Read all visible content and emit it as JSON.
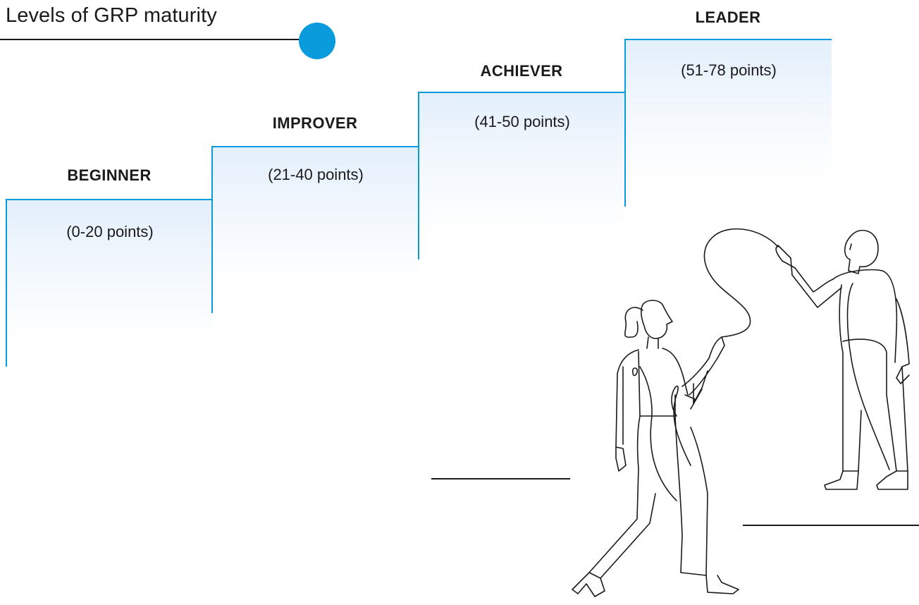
{
  "title": "Levels of GRP maturity",
  "accent_color": "#0a9bdc",
  "steps": [
    {
      "name": "BEGINNER",
      "range": "(0-20 points)"
    },
    {
      "name": "IMPROVER",
      "range": "(21-40 points)"
    },
    {
      "name": "ACHIEVER",
      "range": "(41-50 points)"
    },
    {
      "name": "LEADER",
      "range": "(51-78 points)"
    }
  ],
  "illustration": {
    "icon": "two-people-with-string-line-drawing"
  }
}
